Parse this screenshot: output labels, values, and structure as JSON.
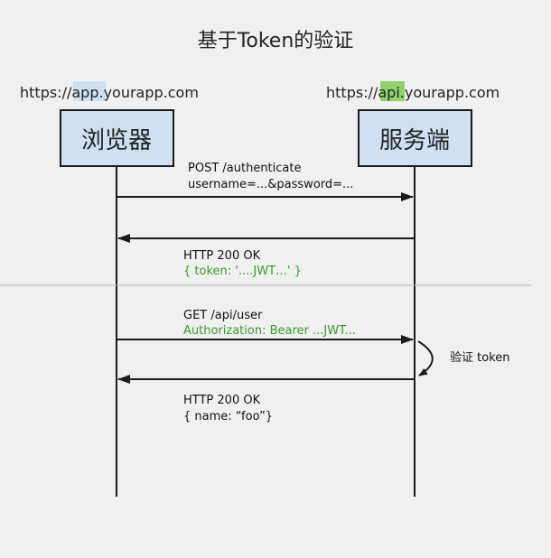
{
  "title": "基于Token的验证",
  "client": {
    "url_prefix": "https://",
    "url_highlight": "app",
    "url_suffix": ".yourapp.com",
    "label": "浏览器"
  },
  "server": {
    "url_prefix": "https://",
    "url_highlight": "api",
    "url_suffix": ".yourapp.com",
    "label": "服务端"
  },
  "messages": [
    {
      "line1": "POST /authenticate",
      "line2": "username=...&password=..."
    },
    {
      "line1": "HTTP 200 OK",
      "line2": "{ token: '....JWT…' }"
    },
    {
      "line1": "GET /api/user",
      "line2": "Authorization: Bearer ...JWT..."
    },
    {
      "line1": "HTTP 200 OK",
      "line2": "{ name: “foo”}"
    }
  ],
  "self_note": "验证 token",
  "colors": {
    "background": "#f0f0f0",
    "box_fill": "#cfe0f2",
    "box_stroke": "#1a1a1a",
    "app_highlight": "#cfe0f2",
    "api_highlight": "#8fd16a",
    "green_text": "#3a9a2a",
    "line": "#1a1a1a",
    "divider": "#b8b8b8"
  }
}
